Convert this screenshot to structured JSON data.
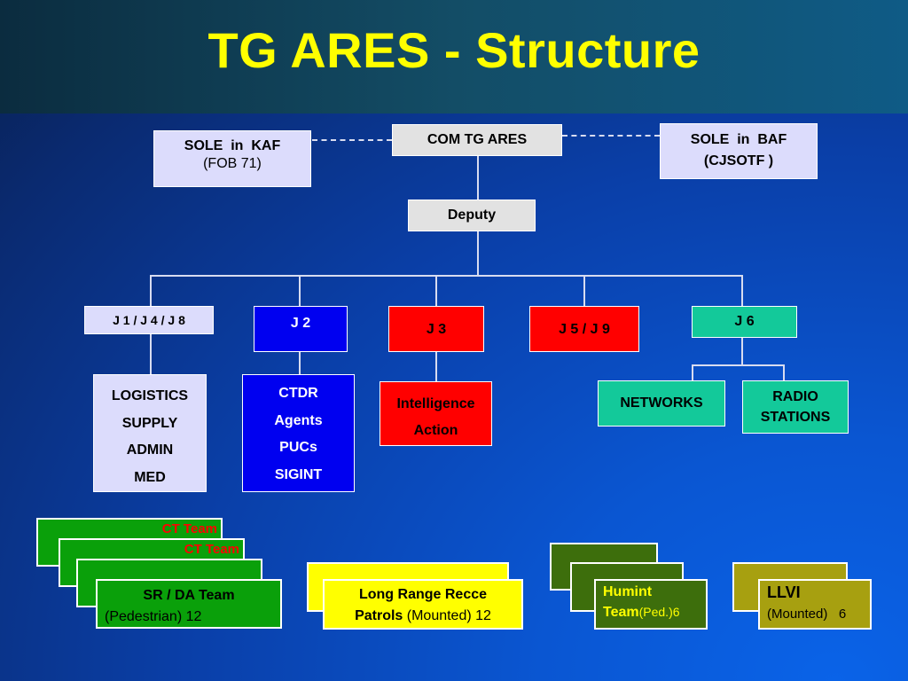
{
  "title": "TG ARES - Structure",
  "com": "COM TG ARES",
  "sole_kaf": {
    "line1": "SOLE  in  KAF",
    "line2": "(FOB 71)"
  },
  "sole_baf": {
    "line1": "SOLE  in  BAF",
    "line2": "(CJSOTF )"
  },
  "deputy": "Deputy",
  "cells": {
    "j1": "J 1 / J 4 / J 8",
    "j2": "J 2",
    "j3": "J 3",
    "j5": "J 5 / J 9",
    "j6": "J 6"
  },
  "j1_items": [
    "LOGISTICS",
    "SUPPLY",
    "ADMIN",
    "MED"
  ],
  "j2_items": [
    "CTDR",
    "Agents",
    "PUCs",
    "SIGINT"
  ],
  "j3_items": [
    "Intelligence",
    "Action"
  ],
  "j6_items": {
    "networks": "NETWORKS",
    "radio_line1": "RADIO",
    "radio_line2": "STATIONS"
  },
  "teams": {
    "ct_team_1": "CT Team",
    "ct_team_2": "CT Team",
    "sr_da": {
      "name": "SR / DA Team",
      "detail": "(Pedestrian) 12"
    },
    "lrrp": {
      "name_line1": "Long Range Recce",
      "name_line2": "Patrols",
      "detail": " (Mounted) 12"
    },
    "humint": {
      "name_line1": "Humint",
      "name_line2": "Team",
      "detail": "(Ped.)6"
    },
    "llvi": {
      "name": "LLVI",
      "detail": "(Mounted)   6"
    }
  },
  "colors": {
    "title": "#ffff00",
    "j2": "#0000f0",
    "j3": "#ff0000",
    "j5": "#ff0000",
    "j6": "#13c99a",
    "staff_boxes": "#dcdcfc",
    "ct_team_text": "#ff0000",
    "humint_text": "#ffff00"
  }
}
